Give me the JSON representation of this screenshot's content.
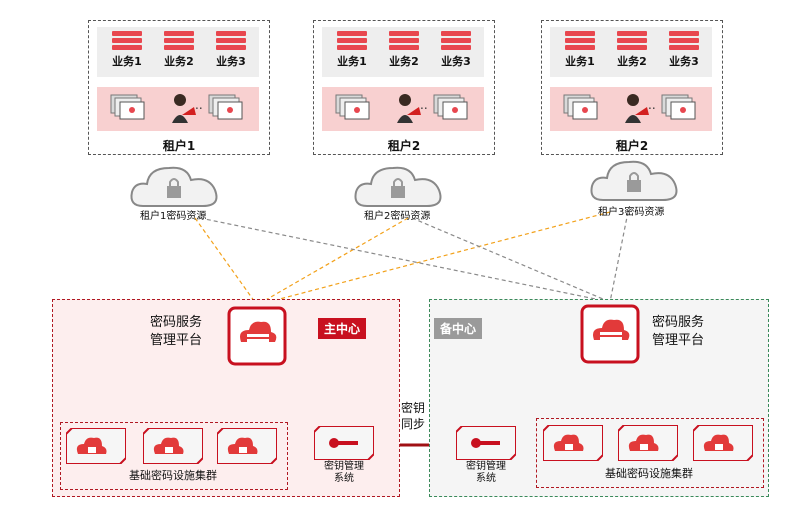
{
  "tenants": [
    {
      "label": "租户1",
      "businesses": [
        "业务1",
        "业务2",
        "业务3"
      ]
    },
    {
      "label": "租户2",
      "businesses": [
        "业务1",
        "业务2",
        "业务3"
      ]
    },
    {
      "label": "租户2",
      "businesses": [
        "业务1",
        "业务2",
        "业务3"
      ]
    }
  ],
  "clouds": [
    "租户1密码资源",
    "租户2密码资源",
    "租户3密码资源"
  ],
  "main_center": {
    "tag": "主中心",
    "platform_label_line1": "密码服务",
    "platform_label_line2": "管理平台",
    "cluster_label": "基础密码设施集群",
    "kms_line1": "密钥管理",
    "kms_line2": "系统"
  },
  "backup_center": {
    "tag": "备中心",
    "platform_label_line1": "密码服务",
    "platform_label_line2": "管理平台",
    "cluster_label": "基础密码设施集群",
    "kms_line1": "密钥管理",
    "kms_line2": "系统"
  },
  "sync_label_line1": "密钥",
  "sync_label_line2": "同步",
  "colors": {
    "accent_red": "#c8101f",
    "dash_orange": "#f2a11a",
    "dash_gray": "#7a7a7a",
    "backup_tag": "#9a9a9a"
  }
}
